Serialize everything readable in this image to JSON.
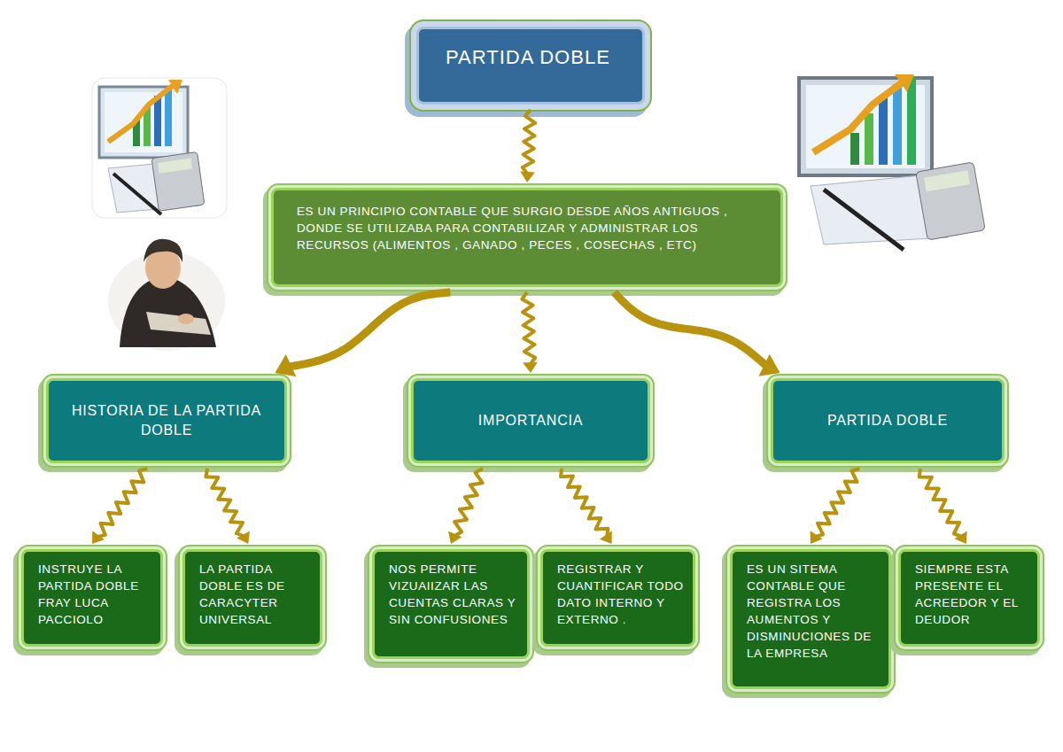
{
  "diagram": {
    "nodes": [
      {
        "text": [
          "PARTIDA DOBLE"
        ]
      },
      {
        "text": [
          "ES UN PRINCIPIO CONTABLE QUE SURGIO DESDE AÑOS ANTIGUOS , DONDE SE UTILIZABA PARA CONTABILIZAR Y ADMINISTRAR LOS RECURSOS (ALIMENTOS , GANADO , PECES , COSECHAS , ETC)"
        ]
      },
      {
        "text": [
          "HISTORIA DE LA PARTIDA DOBLE"
        ]
      },
      {
        "text": [
          "IMPORTANCIA"
        ]
      },
      {
        "text": [
          "PARTIDA DOBLE"
        ]
      },
      {
        "text": [
          "INSTRUYE LA PARTIDA DOBLE FRAY LUCA PACCIOLO"
        ]
      },
      {
        "text": [
          "LA PARTIDA DOBLE ES DE CARACYTER UNIVERSAL"
        ]
      },
      {
        "text": [
          "NOS PERMITE VIZUAIIZAR LAS CUENTAS CLARAS Y SIN CONFUSIONES"
        ]
      },
      {
        "text": [
          "REGISTRAR Y CUANTIFICAR TODO DATO INTERNO Y EXTERNO ."
        ]
      },
      {
        "text": [
          "ES UN SITEMA CONTABLE QUE REGISTRA LOS AUMENTOS Y DISMINUCIONES DE LA EMPRESA"
        ]
      },
      {
        "text": [
          "SIEMPRE ESTA PRESENTE EL ACREEDOR Y EL DEUDOR"
        ]
      }
    ],
    "edges": [
      {
        "from": 0,
        "to": 1,
        "arrow": "to"
      },
      {
        "from": 1,
        "to": 2,
        "arrow": "to"
      },
      {
        "from": 1,
        "to": 3,
        "arrow": "to"
      },
      {
        "from": 1,
        "to": 4,
        "arrow": "to"
      },
      {
        "from": 2,
        "to": 5,
        "arrow": "to"
      },
      {
        "from": 2,
        "to": 6,
        "arrow": "to"
      },
      {
        "from": 3,
        "to": 7,
        "arrow": "to"
      },
      {
        "from": 3,
        "to": 8,
        "arrow": "to"
      },
      {
        "from": 4,
        "to": 9,
        "arrow": "to"
      },
      {
        "from": 4,
        "to": 10,
        "arrow": "to"
      }
    ]
  }
}
